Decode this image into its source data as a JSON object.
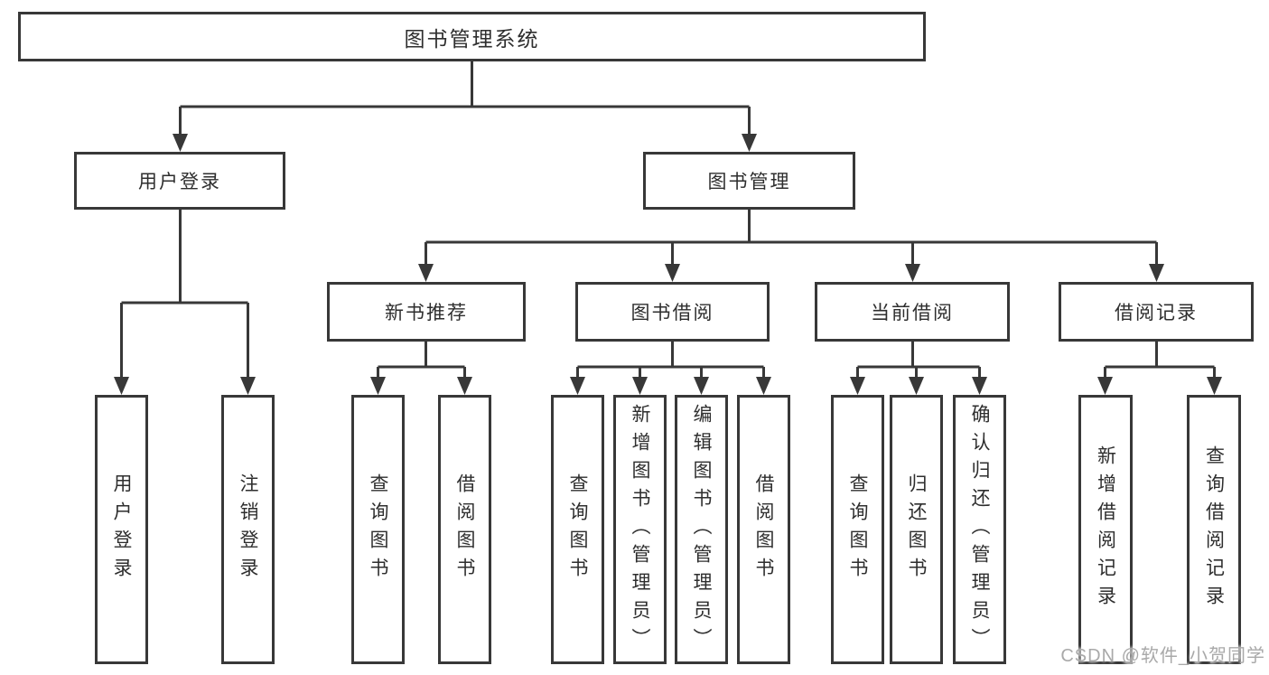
{
  "colors": {
    "line": "#383838",
    "text": "#2e2e2e",
    "box_background": "#ffffff",
    "page_background": "#ffffff",
    "watermark": "#a9a9a9"
  },
  "tree": {
    "label": "图书管理系统",
    "children": [
      {
        "label": "用户登录",
        "children": [
          {
            "label": "用户登录"
          },
          {
            "label": "注销登录"
          }
        ]
      },
      {
        "label": "图书管理",
        "children": [
          {
            "label": "新书推荐",
            "children": [
              {
                "label": "查询图书"
              },
              {
                "label": "借阅图书"
              }
            ]
          },
          {
            "label": "图书借阅",
            "children": [
              {
                "label": "查询图书"
              },
              {
                "label": "新增图书（管理员）"
              },
              {
                "label": "编辑图书（管理员）"
              },
              {
                "label": "借阅图书"
              }
            ]
          },
          {
            "label": "当前借阅",
            "children": [
              {
                "label": "查询图书"
              },
              {
                "label": "归还图书"
              },
              {
                "label": "确认归还（管理员）"
              }
            ]
          },
          {
            "label": "借阅记录",
            "children": [
              {
                "label": "新增借阅记录"
              },
              {
                "label": "查询借阅记录"
              }
            ]
          }
        ]
      }
    ]
  },
  "watermark": {
    "text": "CSDN @软件_小贺同学"
  }
}
